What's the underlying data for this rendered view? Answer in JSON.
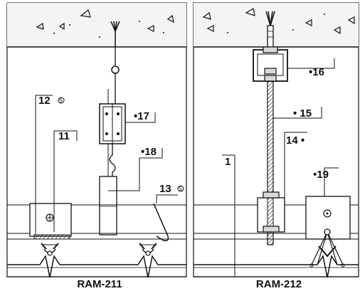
{
  "panels": [
    {
      "id": "left",
      "caption": "RAM-211",
      "callouts": {
        "c12": "12",
        "c11": "11",
        "c17": "•17",
        "c18": "•18",
        "c13": "13"
      },
      "symbols": {
        "s12": "S",
        "s13": "S"
      }
    },
    {
      "id": "right",
      "caption": "RAM-212",
      "callouts": {
        "c16": "•16",
        "c15": "• 15",
        "c14": "14 •",
        "c1": "1",
        "c19": "•19"
      }
    }
  ],
  "colors": {
    "line": "#111111",
    "concrete": "#f2f2f2",
    "metal": "#d9d9d9"
  }
}
